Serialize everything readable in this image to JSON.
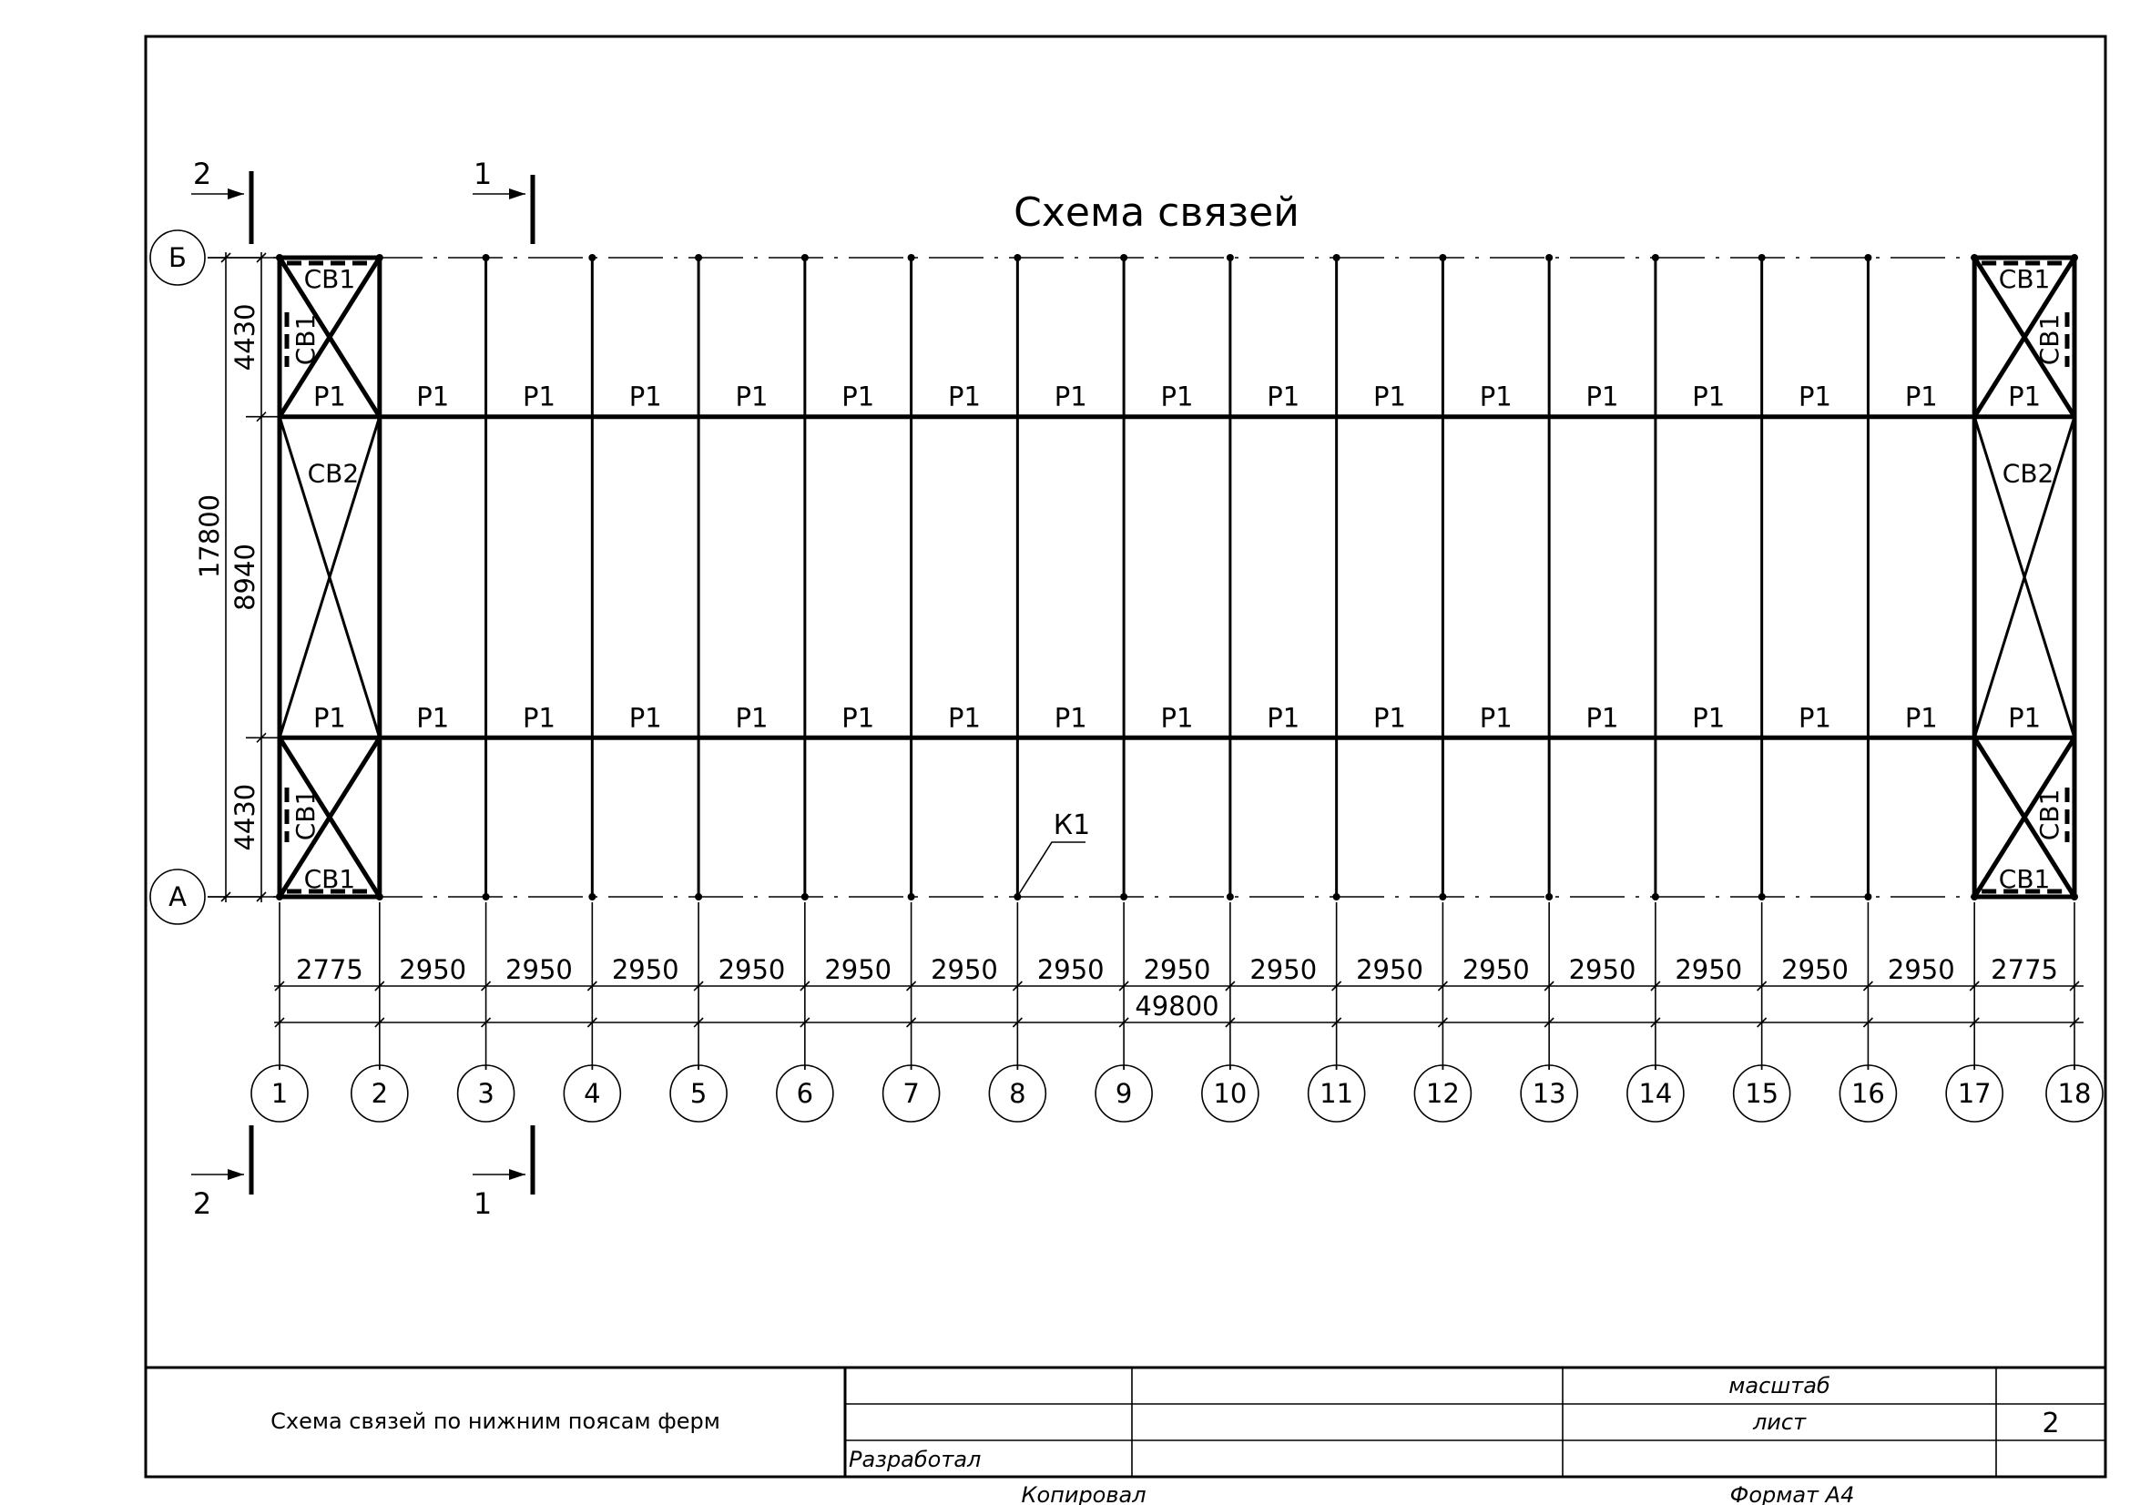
{
  "drawing": {
    "title": "Схема связей",
    "row_axes": [
      "Б",
      "А"
    ],
    "column_axes": [
      "1",
      "2",
      "3",
      "4",
      "5",
      "6",
      "7",
      "8",
      "9",
      "10",
      "11",
      "12",
      "13",
      "14",
      "15",
      "16",
      "17",
      "18"
    ],
    "bay_spacing": [
      "2775",
      "2950",
      "2950",
      "2950",
      "2950",
      "2950",
      "2950",
      "2950",
      "2950",
      "2950",
      "2950",
      "2950",
      "2950",
      "2950",
      "2950",
      "2950",
      "2775"
    ],
    "total_length": "49800",
    "total_width": "17800",
    "vertical_dims": [
      "4430",
      "8940",
      "4430"
    ],
    "strut_label": "Р1",
    "brace_labels": {
      "end_bays": "СВ1",
      "middle_bays": "СВ2"
    },
    "column_callout": "К1",
    "sections": [
      {
        "label": "2"
      },
      {
        "label": "1"
      }
    ]
  },
  "title_block": {
    "sheet_title": "Схема связей по нижним поясам ферм",
    "developed_label": "Разработал",
    "scale_label": "масштаб",
    "sheet_label": "лист",
    "sheet_number": "2",
    "copied_label": "Копировал",
    "format_label": "Формат А4"
  }
}
